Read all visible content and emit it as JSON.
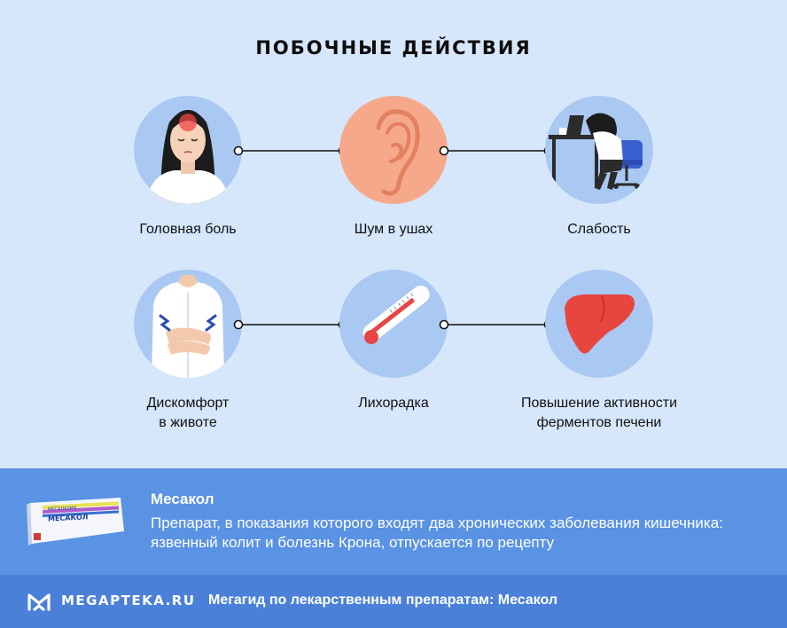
{
  "title": "ПОБОЧНЫЕ ДЕЙСТВИЯ",
  "effects": [
    {
      "label": "Головная боль",
      "icon": "headache-woman-icon"
    },
    {
      "label": "Шум в ушах",
      "icon": "ear-icon"
    },
    {
      "label": "Слабость",
      "icon": "tired-at-desk-icon"
    },
    {
      "label_line1": "Дискомфорт",
      "label_line2": "в животе",
      "icon": "stomach-pain-icon"
    },
    {
      "label": "Лихорадка",
      "icon": "thermometer-icon"
    },
    {
      "label_line1": "Повышение активности",
      "label_line2": "ферментов печени",
      "icon": "liver-icon"
    }
  ],
  "product": {
    "name": "Месакол",
    "description": "Препарат, в показания которого входят два хронических заболевания кишечника: язвенный колит и болезнь Крона, отпускается по рецепту",
    "package_small_label": "МЕСАЛАЗИН",
    "package_label": "МЕСАКОЛ"
  },
  "footer": {
    "brand": "MEGAPTEKA.RU",
    "text": "Мегагид по лекарственным препаратам: Месакол"
  },
  "colors": {
    "background": "#d6e6fb",
    "circle_blue": "#a9c8f2",
    "circle_orange": "#f6a98a",
    "info_band": "#5a92e4",
    "footer_band": "#4a80d8"
  }
}
